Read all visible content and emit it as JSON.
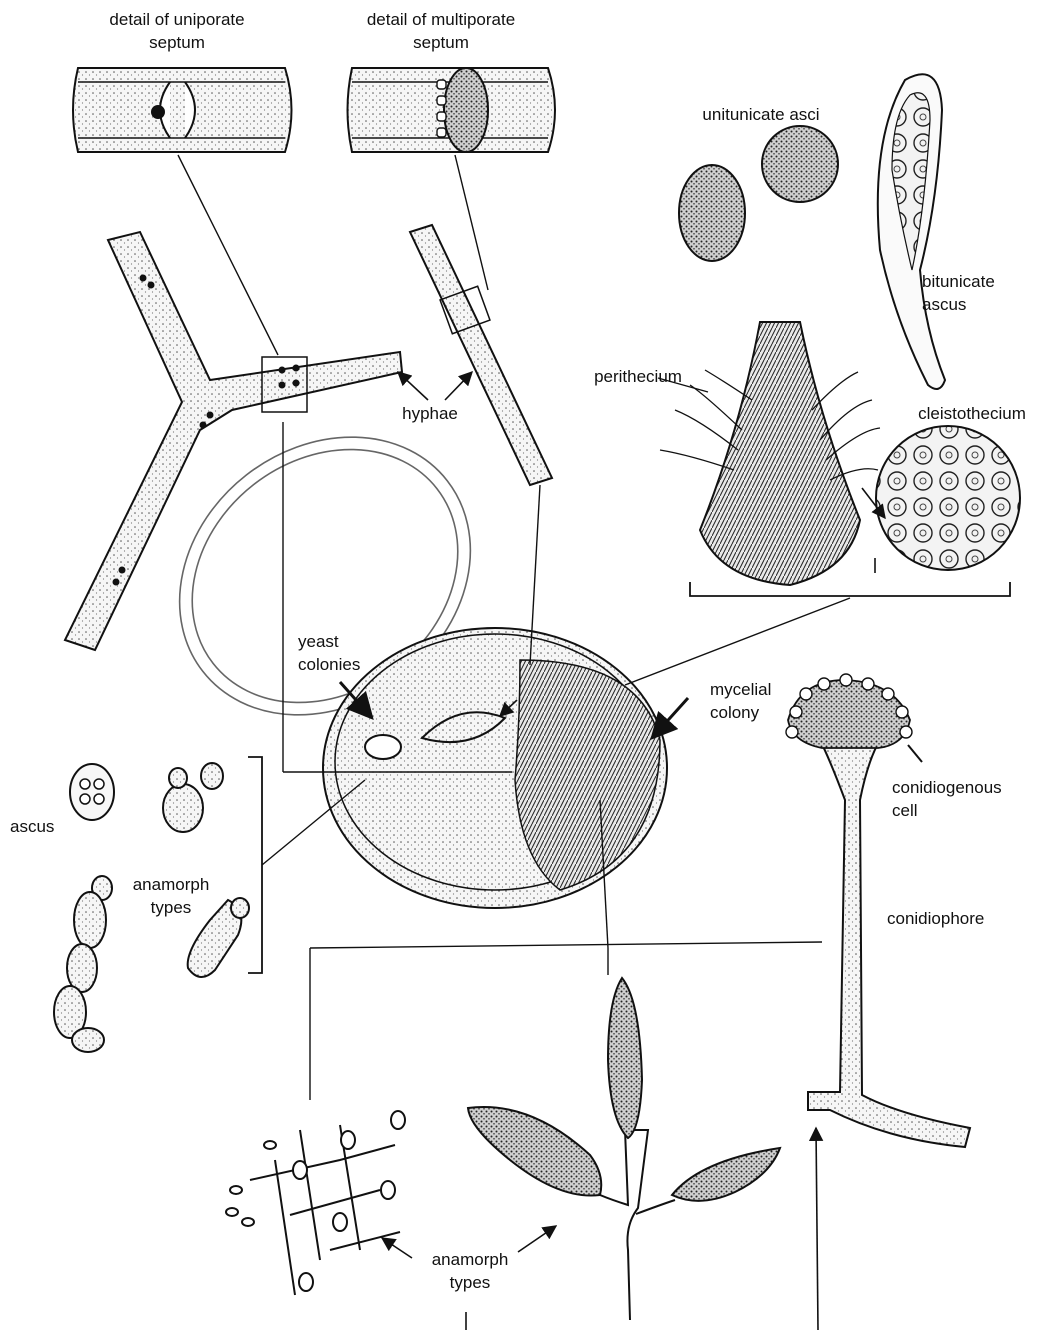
{
  "labels": {
    "uniporate": "detail of uniporate\nseptum",
    "multiporate": "detail of multiporate\nseptum",
    "unitunicate": "unitunicate asci",
    "bitunicate": "bitunicate\nascus",
    "perithecium": "perithecium",
    "hyphae": "hyphae",
    "cleistothecium": "cleistothecium",
    "yeast": "yeast\ncolonies",
    "mycelial": "mycelial\ncolony",
    "ascus": "ascus",
    "conidiogenous": "conidiogenous\ncell",
    "anamorph_left": "anamorph\ntypes",
    "conidiophore": "conidiophore",
    "anamorph_bottom": "anamorph\ntypes"
  },
  "colors": {
    "ink": "#111111",
    "fill": "#f4f4f4",
    "dark": "#333333"
  }
}
